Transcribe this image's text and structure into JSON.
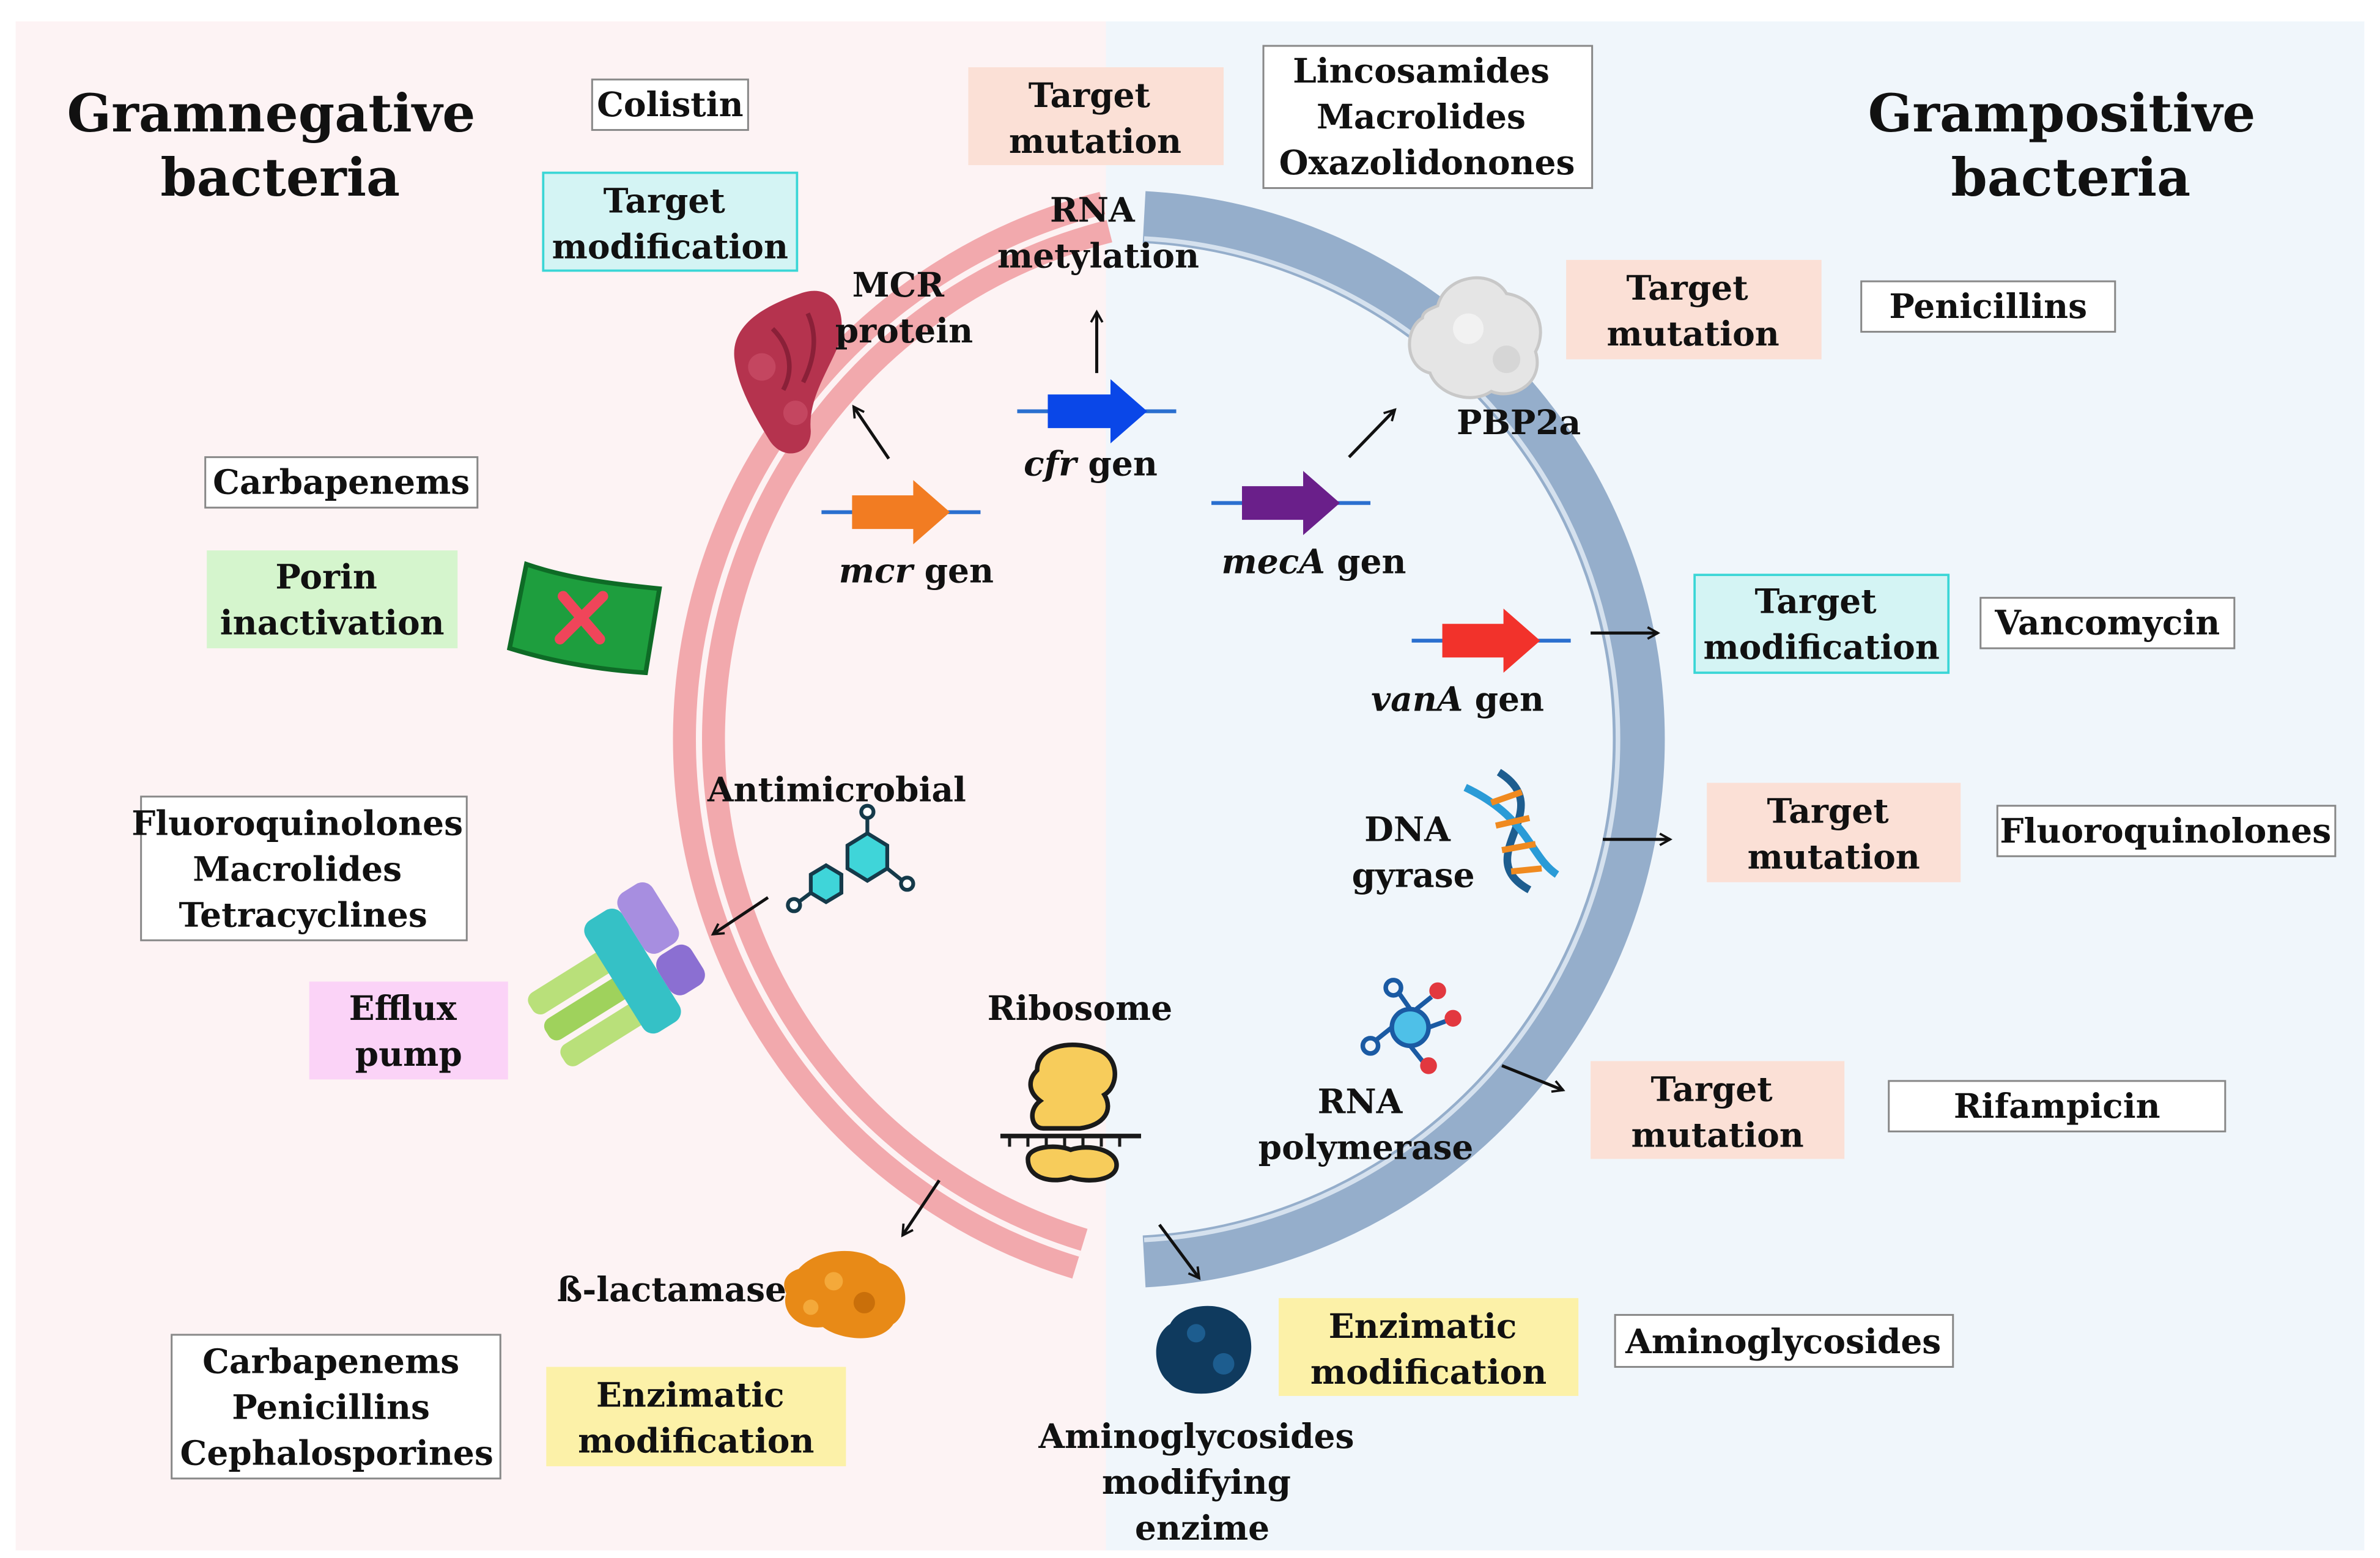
{
  "titles": {
    "gram_negative": [
      "Gramnegative",
      "bacteria"
    ],
    "gram_positive": [
      "Grampositive",
      "bacteria"
    ]
  },
  "colors": {
    "left_bg": "#fdf3f4",
    "right_bg": "#f0f6fb",
    "left_membrane": "#f2a9ad",
    "right_membrane": "#95aecb",
    "target_mutation_box": "#fbe0d6",
    "target_modification_box": "#d4f4f4",
    "target_modification_border": "#3ad6d6",
    "porin_box": "#d5f5cd",
    "efflux_box": "#fbd3f7",
    "enzimatic_box": "#fcf1a8"
  },
  "antibiotic_boxes": {
    "colistin": [
      "Colistin"
    ],
    "carbapenems": [
      "Carbapenems"
    ],
    "fq_mac_tet": [
      "Fluoroquinolones",
      "Macrolides",
      "Tetracyclines"
    ],
    "carb_pen_ceph": [
      "Carbapenems",
      "Penicillins",
      "Cephalosporines"
    ],
    "linc_mac_oxa": [
      "Lincosamides",
      "Macrolides",
      "Oxazolidonones"
    ],
    "penicillins": [
      "Penicillins"
    ],
    "vancomycin": [
      "Vancomycin"
    ],
    "fluoroquinolones": [
      "Fluoroquinolones"
    ],
    "rifampicin": [
      "Rifampicin"
    ],
    "aminoglycosides": [
      "Aminoglycosides"
    ]
  },
  "mechanism_boxes": {
    "target_mod_left": [
      "Target",
      "modification"
    ],
    "porin": [
      "Porin",
      "inactivation"
    ],
    "efflux": [
      "Efflux",
      "pump"
    ],
    "enzimatic_left": [
      "Enzimatic",
      "modification"
    ],
    "target_mut_top": [
      "Target",
      "mutation"
    ],
    "target_mut_pbp": [
      "Target",
      "mutation"
    ],
    "target_mod_van": [
      "Target",
      "modification"
    ],
    "target_mut_dna": [
      "Target",
      "mutation"
    ],
    "target_mut_rna": [
      "Target",
      "mutation"
    ],
    "enzimatic_right": [
      "Enzimatic",
      "modification"
    ]
  },
  "labels": {
    "mcr_protein": [
      "MCR",
      "protein"
    ],
    "rna_metylation": [
      "RNA",
      "metylation"
    ],
    "pbp2a": "PBP2a",
    "antimicrobial": "Antimicrobial",
    "dna_gyrase": [
      "DNA",
      "gyrase"
    ],
    "ribosome": "Ribosome",
    "rna_polymerase": [
      "RNA",
      "polymerase"
    ],
    "beta_lactamase": "ß-lactamase",
    "ame": [
      "Aminoglycosides",
      "modifying",
      "enzime"
    ]
  },
  "genes": {
    "mcr": {
      "italic": "mcr",
      "rest": " gen"
    },
    "cfr": {
      "italic": "cfr",
      "rest": " gen"
    },
    "meca": {
      "italic": "mecA",
      "rest": " gen"
    },
    "vana": {
      "italic": "vanA",
      "rest": " gen"
    }
  },
  "icons": [
    "mcr-protein-icon",
    "porin-icon",
    "efflux-pump-icon",
    "antimicrobial-molecule-icon",
    "beta-lactamase-icon",
    "pbp2a-icon",
    "dna-gyrase-icon",
    "rna-polymerase-icon",
    "ribosome-icon",
    "aminoglycoside-enzyme-icon"
  ]
}
